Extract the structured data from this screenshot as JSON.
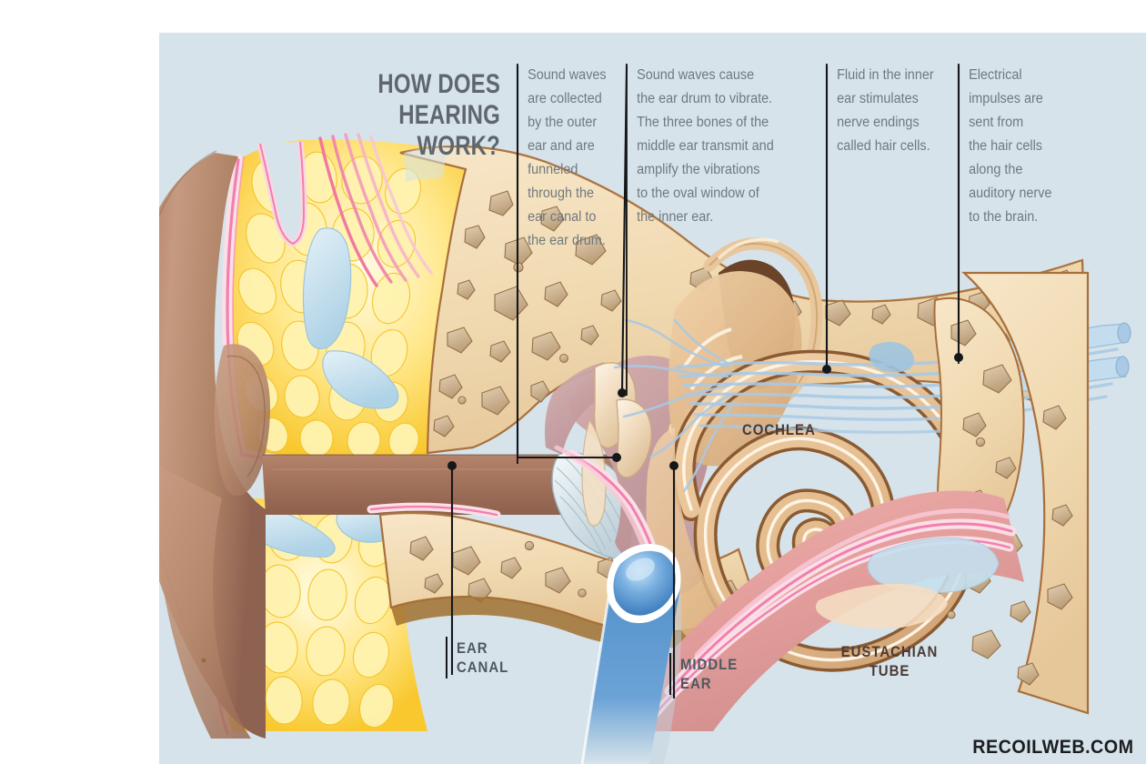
{
  "page": {
    "headline": "HOW DOES\nHEARING WORK?",
    "watermark": "RECOILWEB.COM",
    "background_color": "#ffffff",
    "panel_color": "#d6e3ea",
    "headline_color": "#5f676c",
    "body_text_color": "#70797e",
    "label_color": "#4f585e",
    "leader_line_color": "#15171a"
  },
  "steps": [
    {
      "id": "step-1",
      "text": "Sound waves\nare collected\nby the outer\near and are\nfunneled\nthrough the\near canal to\nthe ear drum."
    },
    {
      "id": "step-2",
      "text": "Sound waves cause\nthe ear drum to vibrate.\nThe three bones of the\nmiddle ear transmit and\namplify the vibrations\nto the oval window of\nthe inner ear."
    },
    {
      "id": "step-3",
      "text": "Fluid in the inner\near stimulates\nnerve endings\ncalled hair cells."
    },
    {
      "id": "step-4",
      "text": "Electrical\nimpulses are\nsent from\nthe hair cells\nalong the\nauditory nerve\nto the brain."
    }
  ],
  "anatomy_labels": [
    {
      "id": "ear-canal",
      "text": "EAR\nCANAL"
    },
    {
      "id": "middle-ear",
      "text": "MIDDLE\nEAR"
    },
    {
      "id": "cochlea",
      "text": "COCHLEA"
    },
    {
      "id": "eustachian-tube",
      "text": "EUSTACHIAN\nTUBE"
    }
  ],
  "palette": {
    "skin_light": "#cfa188",
    "skin_mid": "#b98a71",
    "skin_dark": "#8e6250",
    "dermis_pink": "#f27fae",
    "dermis_pale": "#fbdfe6",
    "fat_yellow": "#ffd84a",
    "fat_light": "#fff3b8",
    "cartilage_blue": "#c5e0ef",
    "bone_tan": "#f2dcb8",
    "bone_fragment": "#cdb392",
    "bone_outline": "#9c6a3a",
    "mucosa_mauve": "#c9a1a4",
    "cochlea_brown": "#8a5a32",
    "cochlea_fill": "#dfb98e",
    "tympanic_grey": "#d9e4e8",
    "nerve_blue": "#a9c9e4",
    "tube_blue": "#4f8ccb",
    "cavity_brown": "#6b4328"
  }
}
